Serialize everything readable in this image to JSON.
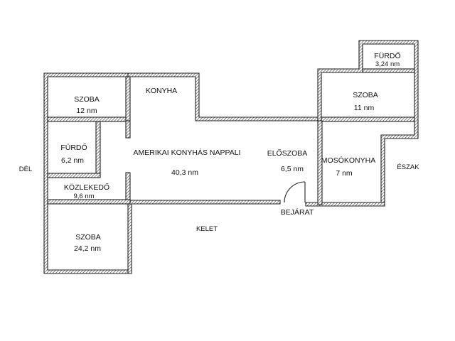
{
  "floorplan": {
    "rooms": [
      {
        "id": "furdo-small",
        "name": "FÜRDŐ",
        "area": "3,24 nm"
      },
      {
        "id": "szoba-nw",
        "name": "SZOBA",
        "area": "12 nm"
      },
      {
        "id": "konyha",
        "name": "KONYHA",
        "area": ""
      },
      {
        "id": "szoba-ne",
        "name": "SZOBA",
        "area": "11 nm"
      },
      {
        "id": "furdo-west",
        "name": "FÜRDŐ",
        "area": "6,2 nm"
      },
      {
        "id": "nappali",
        "name": "AMERIKAI KONYHÁS NAPPALI",
        "area": "40,3 nm"
      },
      {
        "id": "eloszoba",
        "name": "ELŐSZOBA",
        "area": "6,5 nm"
      },
      {
        "id": "mosokonyha",
        "name": "MOSÓKONYHA",
        "area": "7 nm"
      },
      {
        "id": "kozlekedo",
        "name": "KÖZLEKEDŐ",
        "area": "9,6 nm"
      },
      {
        "id": "szoba-sw",
        "name": "SZOBA",
        "area": "24,2 nm"
      }
    ],
    "entrance_label": "BEJÁRAT",
    "compass": {
      "west": "DÉL",
      "east": "ÉSZAK",
      "south": "KELET"
    }
  }
}
